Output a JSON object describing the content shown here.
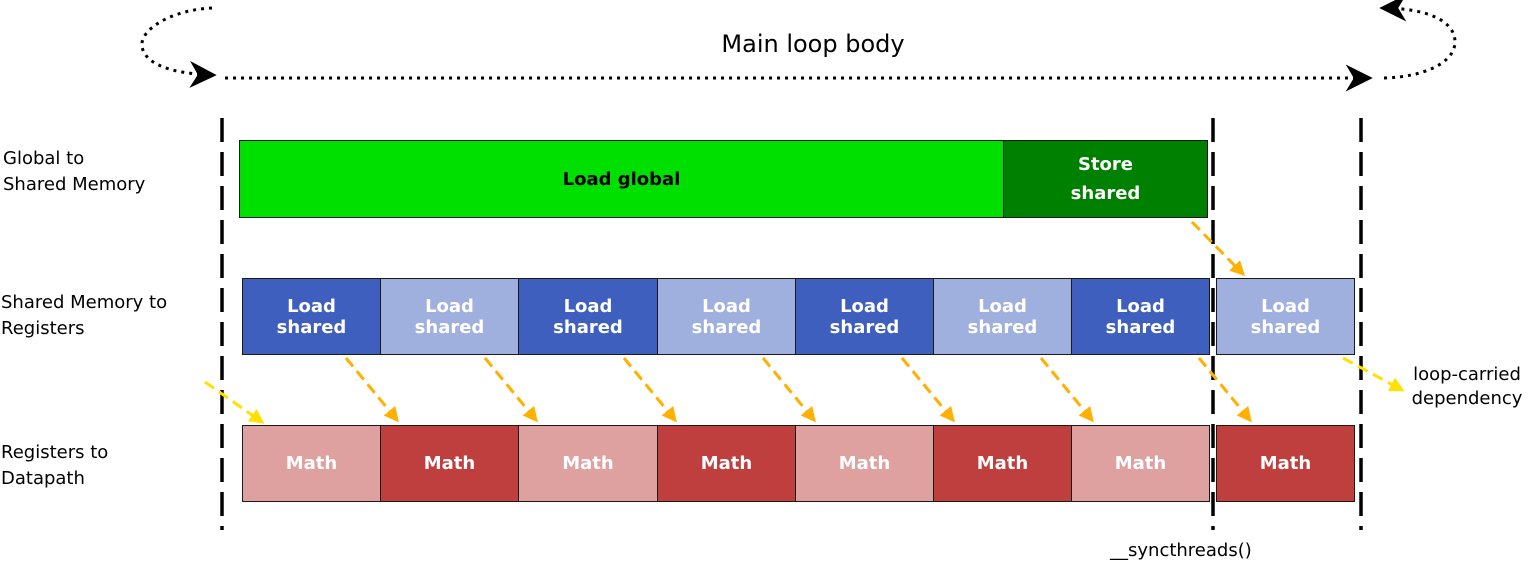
{
  "title": "Main loop body",
  "rows": {
    "global_to_shared": [
      "Global to",
      "Shared Memory"
    ],
    "shared_to_registers": [
      "Shared Memory to",
      "Registers"
    ],
    "registers_to_datapath": [
      "Registers to",
      "Datapath"
    ]
  },
  "global_row": {
    "load_global": "Load global",
    "store_shared": [
      "Store",
      "shared"
    ]
  },
  "load_shared_blocks": [
    {
      "line1": "Load",
      "line2": "shared",
      "shade": "dark"
    },
    {
      "line1": "Load",
      "line2": "shared",
      "shade": "light"
    },
    {
      "line1": "Load",
      "line2": "shared",
      "shade": "dark"
    },
    {
      "line1": "Load",
      "line2": "shared",
      "shade": "light"
    },
    {
      "line1": "Load",
      "line2": "shared",
      "shade": "dark"
    },
    {
      "line1": "Load",
      "line2": "shared",
      "shade": "light"
    },
    {
      "line1": "Load",
      "line2": "shared",
      "shade": "dark"
    },
    {
      "line1": "Load",
      "line2": "shared",
      "shade": "light"
    }
  ],
  "math_blocks": [
    {
      "label": "Math",
      "shade": "light"
    },
    {
      "label": "Math",
      "shade": "dark"
    },
    {
      "label": "Math",
      "shade": "light"
    },
    {
      "label": "Math",
      "shade": "dark"
    },
    {
      "label": "Math",
      "shade": "light"
    },
    {
      "label": "Math",
      "shade": "dark"
    },
    {
      "label": "Math",
      "shade": "light"
    },
    {
      "label": "Math",
      "shade": "dark"
    }
  ],
  "annotations": {
    "loop_carried": [
      "loop-carried",
      "dependency"
    ],
    "sync": "__syncthreads()"
  },
  "colors": {
    "load_global": "#00e000",
    "store_shared": "#008000",
    "load_shared_dark": "#3f5fbf",
    "load_shared_light": "#9fb0df",
    "math_light": "#dfa0a0",
    "math_dark": "#bf3f3f",
    "dependency_arrow": "#ffb000",
    "loop_carried_arrow": "#ffe000",
    "block_border": "#1a1a1a"
  }
}
